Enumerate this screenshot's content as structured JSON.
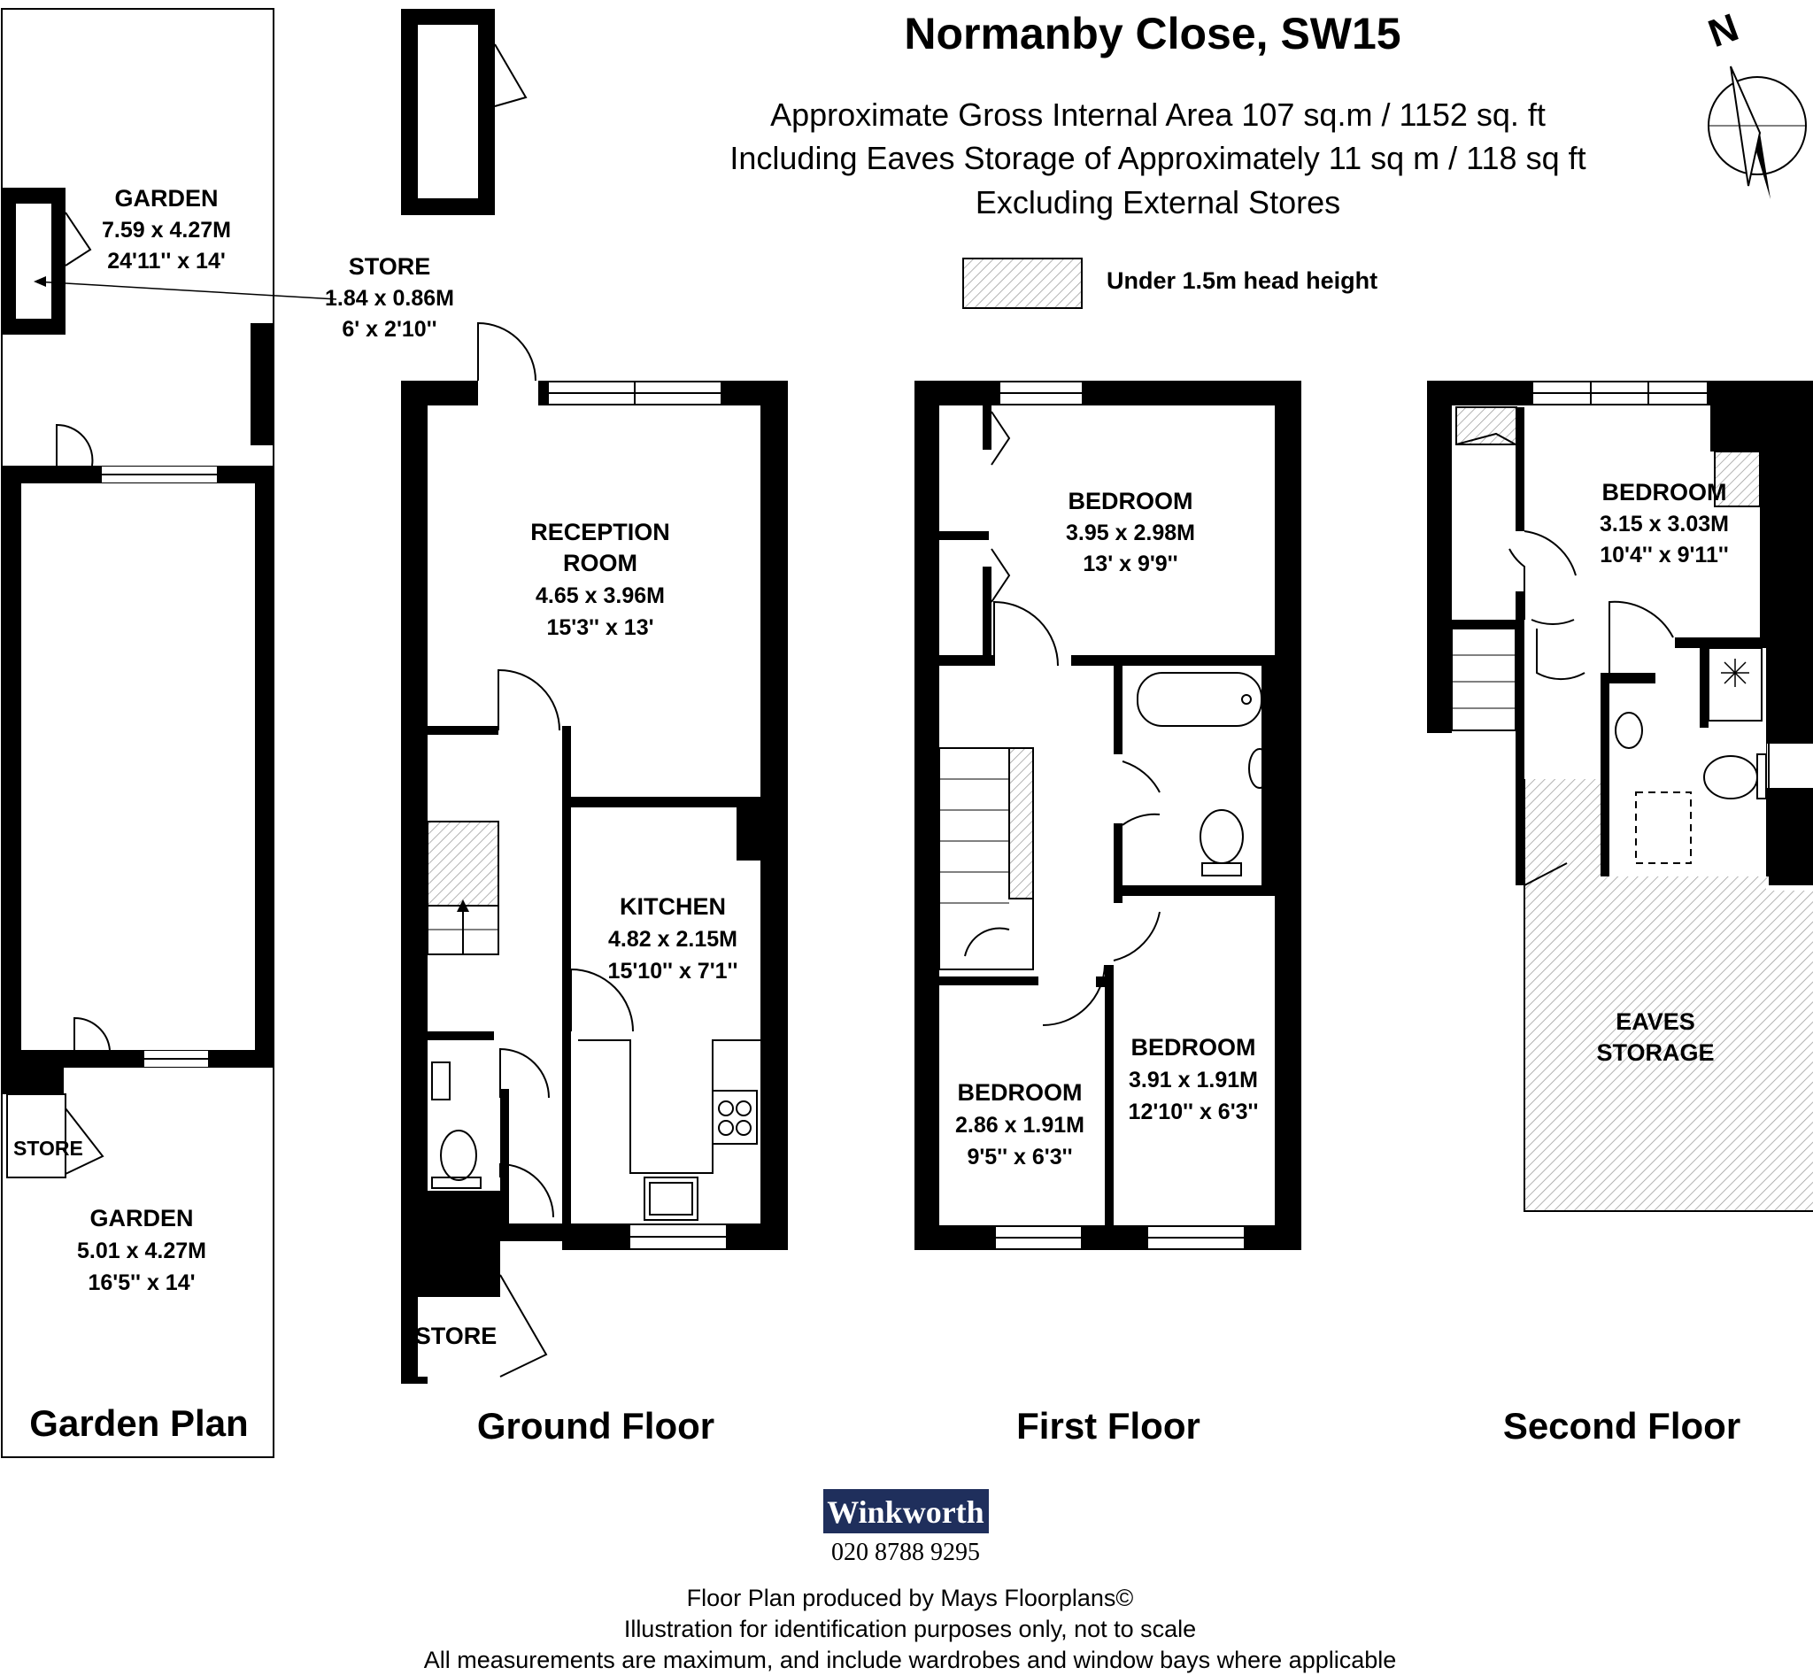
{
  "header": {
    "title": "Normanby Close, SW15",
    "area_line": "Approximate Gross Internal Area 107 sq.m  /  1152 sq. ft",
    "eaves_line": "Including Eaves Storage of Approximately 11 sq m  /  118 sq ft",
    "exclude_line": "Excluding External Stores",
    "legend_label": "Under 1.5m head height",
    "compass_label": "N"
  },
  "garden_plan": {
    "label": "Garden Plan",
    "garden_top": {
      "name": "GARDEN",
      "metric": "7.59 x 4.27M",
      "imperial": "24'11'' x 14'"
    },
    "store_top": {
      "name": "STORE",
      "metric": "1.84 x 0.86M",
      "imperial": "6' x 2'10''"
    },
    "store_bottom": {
      "name": "STORE"
    },
    "garden_bottom": {
      "name": "GARDEN",
      "metric": "5.01 x 4.27M",
      "imperial": "16'5'' x 14'"
    }
  },
  "ground_floor": {
    "label": "Ground Floor",
    "reception": {
      "name_line1": "RECEPTION",
      "name_line2": "ROOM",
      "metric": "4.65 x 3.96M",
      "imperial": "15'3'' x 13'"
    },
    "kitchen": {
      "name": "KITCHEN",
      "metric": "4.82 x 2.15M",
      "imperial": "15'10'' x 7'1''"
    },
    "store": {
      "name": "STORE"
    }
  },
  "first_floor": {
    "label": "First Floor",
    "bedroom_rear": {
      "name": "BEDROOM",
      "metric": "3.95 x 2.98M",
      "imperial": "13' x 9'9''"
    },
    "bedroom_front_left": {
      "name": "BEDROOM",
      "metric": "2.86 x 1.91M",
      "imperial": "9'5'' x 6'3''"
    },
    "bedroom_front_right": {
      "name": "BEDROOM",
      "metric": "3.91 x 1.91M",
      "imperial": "12'10'' x 6'3''"
    }
  },
  "second_floor": {
    "label": "Second Floor",
    "bedroom": {
      "name": "BEDROOM",
      "metric": "3.15 x 3.03M",
      "imperial": "10'4'' x 9'11''"
    },
    "eaves": {
      "name_line1": "EAVES",
      "name_line2": "STORAGE"
    }
  },
  "agent": {
    "name": "Winkworth",
    "phone": "020 8788 9295",
    "brand_color": "#1f2f5c"
  },
  "footer": {
    "line1": "Floor Plan produced by Mays Floorplans©",
    "line2": "Illustration for identification purposes only, not to scale",
    "line3": "All measurements are maximum, and include wardrobes and window bays where applicable"
  },
  "icons": {
    "compass": "north-arrow-icon",
    "bath": "bathtub-icon",
    "toilet": "toilet-icon",
    "basin": "wash-basin-icon",
    "hob": "hob-icon",
    "sink": "kitchen-sink-icon",
    "shower": "shower-icon"
  }
}
